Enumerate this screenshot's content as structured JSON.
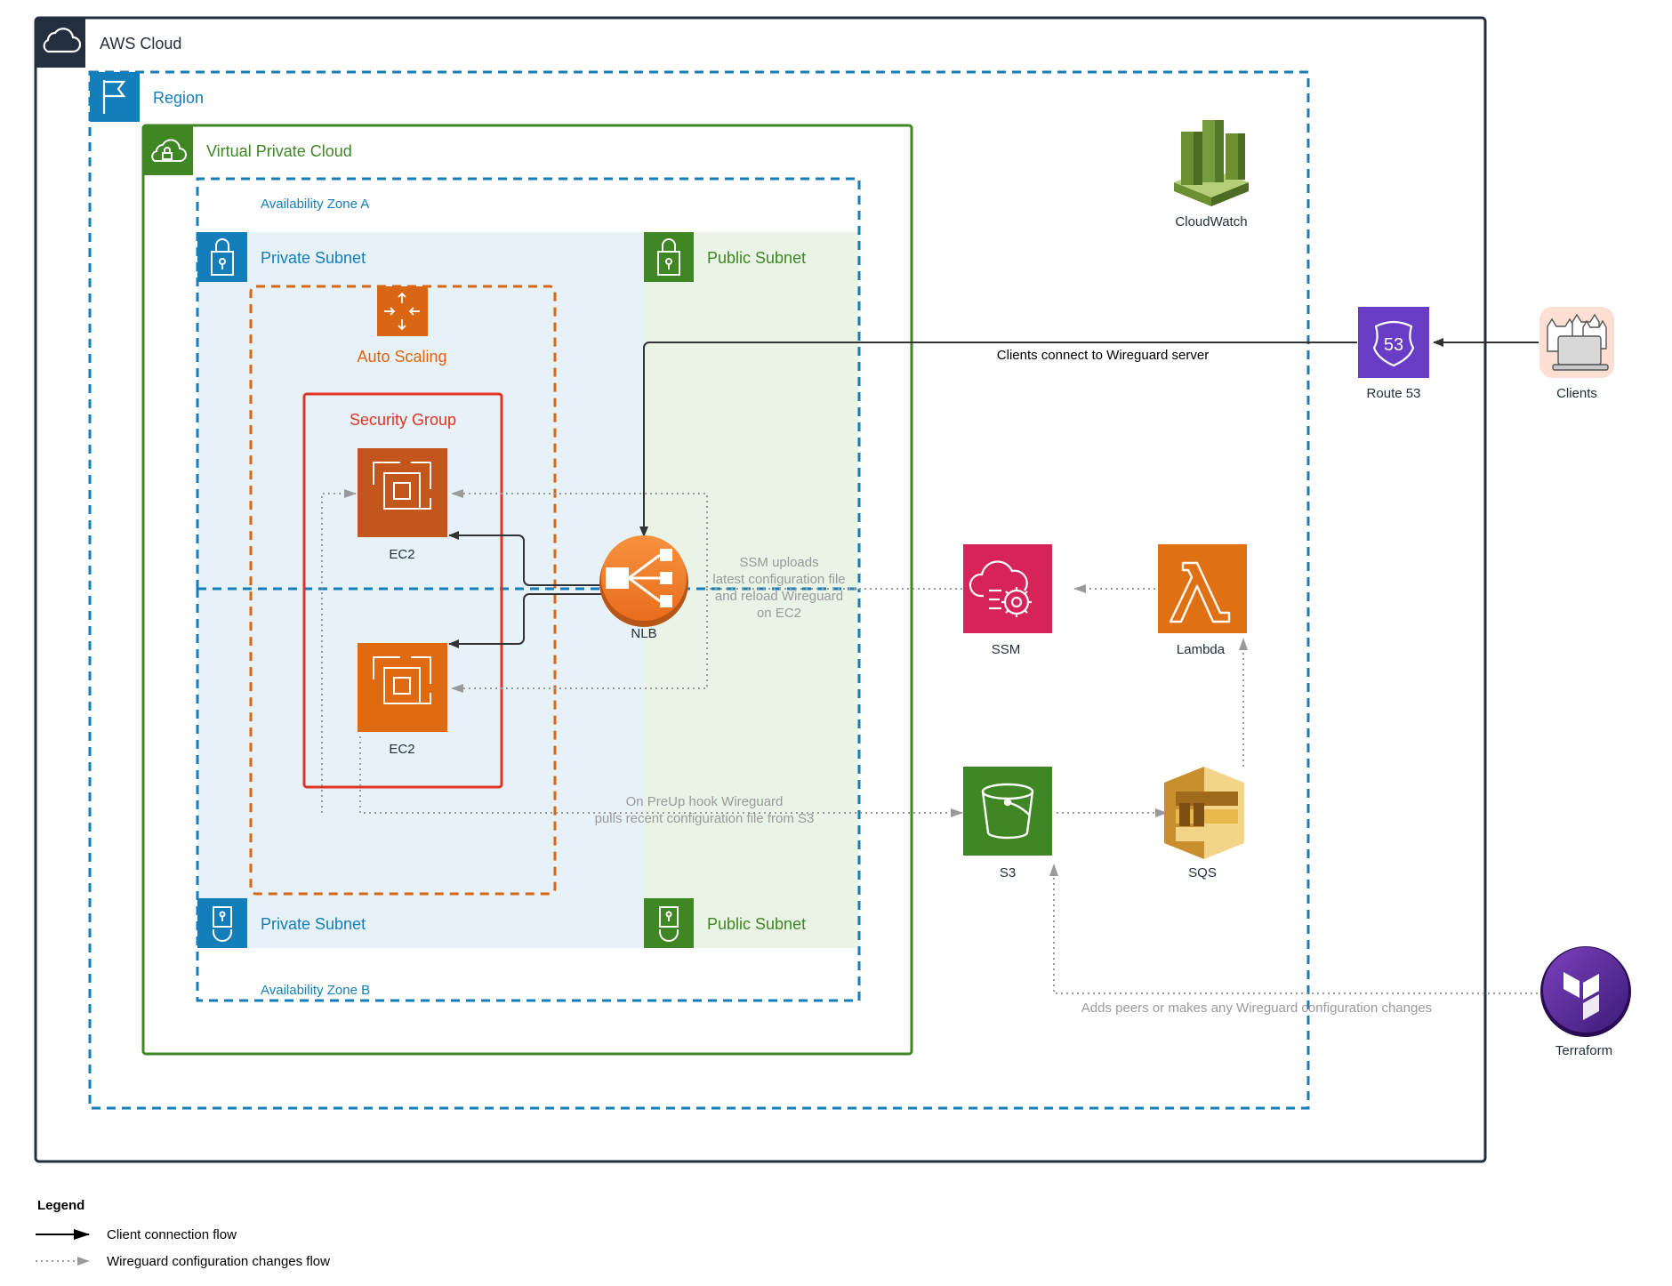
{
  "groups": {
    "aws_cloud": "AWS Cloud",
    "region": "Region",
    "vpc": "Virtual Private Cloud",
    "az_a": "Availability Zone A",
    "az_b": "Availability Zone B",
    "private_subnet_a": "Private Subnet",
    "public_subnet_a": "Public Subnet",
    "private_subnet_b": "Private Subnet",
    "public_subnet_b": "Public Subnet",
    "auto_scaling": "Auto Scaling",
    "security_group": "Security Group"
  },
  "nodes": {
    "ec2_a": "EC2",
    "ec2_b": "EC2",
    "nlb": "NLB",
    "cloudwatch": "CloudWatch",
    "route53": "Route 53",
    "route53_badge": "53",
    "clients": "Clients",
    "ssm": "SSM",
    "lambda": "Lambda",
    "s3": "S3",
    "sqs": "SQS",
    "terraform": "Terraform"
  },
  "edges": {
    "client_connect": "Clients connect to Wireguard server",
    "ssm_upload": [
      "SSM uploads",
      "latest configuration file",
      "and reload Wireguard",
      "on EC2"
    ],
    "preup": [
      "On PreUp hook Wireguard",
      "pulls recent configuration file from S3"
    ],
    "terraform_changes": "Adds peers or makes any Wireguard configuration changes"
  },
  "legend": {
    "title": "Legend",
    "solid": "Client connection flow",
    "dotted": "Wireguard configuration changes flow"
  },
  "colors": {
    "aws_cloud": "#232f3e",
    "region": "#147eba",
    "vpc": "#3f8624",
    "private_fill": "#e6f2f8",
    "public_fill": "#e9f3e6",
    "auto_scaling": "#d86613",
    "security_group": "#dd3522",
    "ec2": "#d45b07",
    "route53": "#693cc5",
    "ssm": "#d6245a",
    "lambda": "#e07014",
    "s3": "#3f8624",
    "sqs": "#d9a741",
    "cloudwatch": "#759c3e",
    "nlb": "#f58536",
    "terraform": "#5c4ee5"
  }
}
